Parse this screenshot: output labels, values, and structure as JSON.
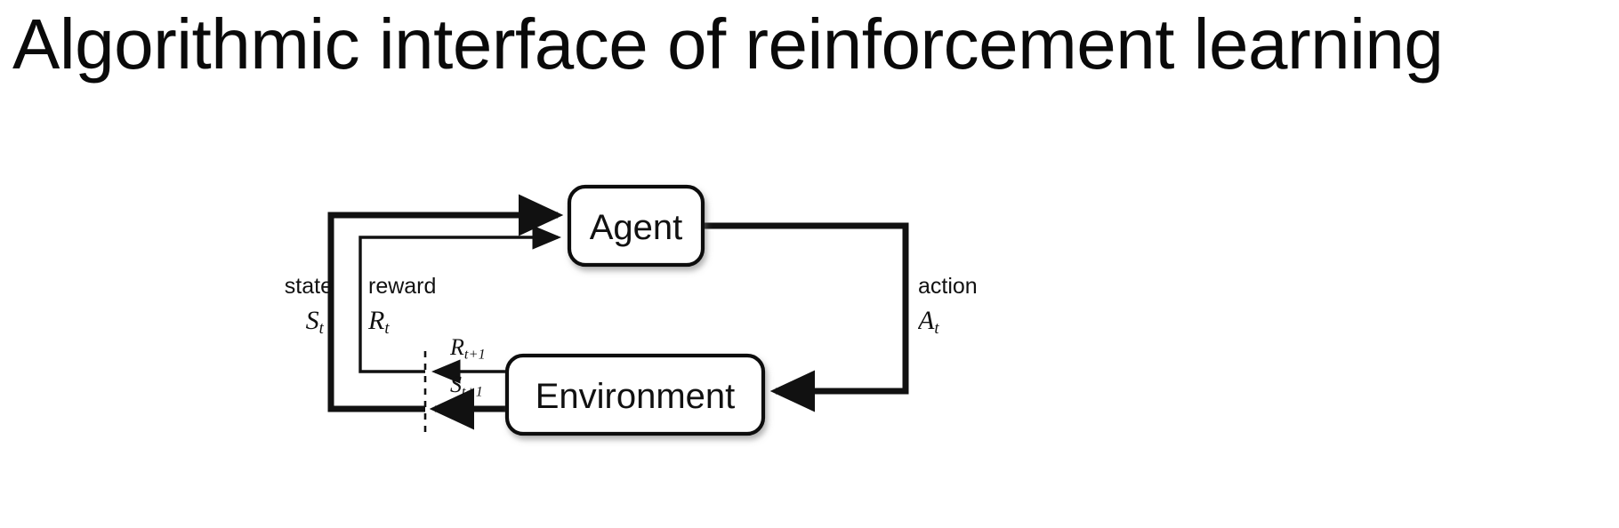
{
  "slide": {
    "title": "Algorithmic interface of reinforcement learning",
    "background_color": "#ffffff",
    "ink_color": "#000000"
  },
  "diagram": {
    "type": "agent-environment-interaction-loop",
    "nodes": [
      {
        "id": "agent",
        "label": "Agent"
      },
      {
        "id": "environment",
        "label": "Environment"
      }
    ],
    "edges": [
      {
        "id": "state-loop",
        "from": "environment",
        "to": "agent",
        "stroke": "thick",
        "label_word": "state",
        "label_symbol_base": "S",
        "label_symbol_sub": "t"
      },
      {
        "id": "reward-loop",
        "from": "environment",
        "to": "agent",
        "stroke": "thin",
        "label_word": "reward",
        "label_symbol_base": "R",
        "label_symbol_sub": "t"
      },
      {
        "id": "action-loop",
        "from": "agent",
        "to": "environment",
        "stroke": "thick",
        "label_word": "action",
        "label_symbol_base": "A",
        "label_symbol_sub": "t"
      },
      {
        "id": "next-reward",
        "from": "environment",
        "to": "time-boundary",
        "stroke": "thin",
        "label_symbol_base": "R",
        "label_symbol_sub": "t+1"
      },
      {
        "id": "next-state",
        "from": "environment",
        "to": "time-boundary",
        "stroke": "thick",
        "label_symbol_base": "S",
        "label_symbol_sub": "t+1"
      }
    ],
    "time_boundary": {
      "id": "time-boundary",
      "style": "dashed-vertical-line"
    }
  }
}
